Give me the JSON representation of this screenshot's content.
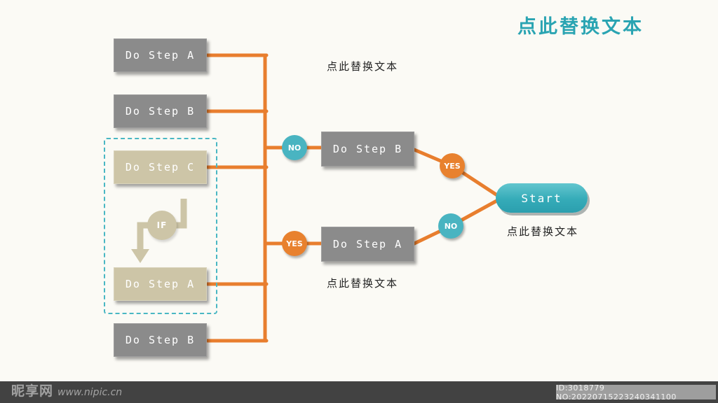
{
  "page_title": "点此替换文本",
  "flow": {
    "left_boxes": [
      {
        "label": "Do Step A",
        "variant": "gray"
      },
      {
        "label": "Do Step B",
        "variant": "gray"
      },
      {
        "label": "Do Step C",
        "variant": "tan"
      },
      {
        "label": "Do Step A",
        "variant": "tan"
      },
      {
        "label": "Do Step B",
        "variant": "gray"
      }
    ],
    "if_badge": "IF",
    "middle_boxes": [
      {
        "label": "Do Step B"
      },
      {
        "label": "Do Step A"
      }
    ],
    "decisions": {
      "left_top": "NO",
      "left_bottom": "YES",
      "right_top": "YES",
      "right_bottom": "NO"
    },
    "start_label": "Start",
    "captions": {
      "top": "点此替换文本",
      "middle": "点此替换文本",
      "right": "点此替换文本"
    }
  },
  "footer": {
    "watermark_site": "昵享网",
    "watermark_url": "www.nipic.cn",
    "image_id": "ID:3018779 NO:20220715223240341100"
  },
  "colors": {
    "teal": "#35abb8",
    "orange": "#e87e2e",
    "gray_box": "#8b8b8b",
    "tan_box": "#cdc5a7",
    "background": "#fbfaf5"
  }
}
